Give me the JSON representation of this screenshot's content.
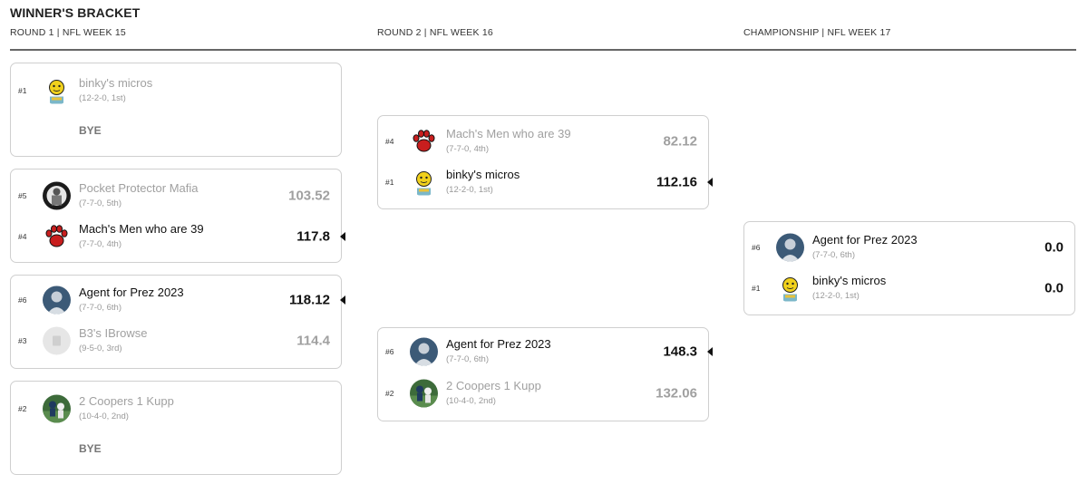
{
  "header": {
    "title": "WINNER'S BRACKET",
    "rounds": [
      "ROUND 1 | NFL WEEK 15",
      "ROUND 2 | NFL WEEK 16",
      "CHAMPIONSHIP | NFL WEEK 17"
    ]
  },
  "round1": {
    "m1": {
      "top": {
        "seed": "#1",
        "name": "binky's micros",
        "record": "(12-2-0, 1st)",
        "avatar": "yellow-face-icon"
      },
      "bye": "BYE"
    },
    "m2": {
      "top": {
        "seed": "#5",
        "name": "Pocket Protector Mafia",
        "record": "(7-7-0, 5th)",
        "score": "103.52",
        "avatar": "photo-bw-icon"
      },
      "bottom": {
        "seed": "#4",
        "name": "Mach's Men who are 39",
        "record": "(7-7-0, 4th)",
        "score": "117.8",
        "avatar": "paw-icon"
      }
    },
    "m3": {
      "top": {
        "seed": "#6",
        "name": "Agent for Prez 2023",
        "record": "(7-7-0, 6th)",
        "score": "118.12",
        "avatar": "person-photo-icon"
      },
      "bottom": {
        "seed": "#3",
        "name": "B3's IBrowse",
        "record": "(9-5-0, 3rd)",
        "score": "114.4",
        "avatar": "placeholder-icon"
      }
    },
    "m4": {
      "top": {
        "seed": "#2",
        "name": "2 Coopers 1 Kupp",
        "record": "(10-4-0, 2nd)",
        "avatar": "football-photo-icon"
      },
      "bye": "BYE"
    }
  },
  "round2": {
    "m1": {
      "top": {
        "seed": "#4",
        "name": "Mach's Men who are 39",
        "record": "(7-7-0, 4th)",
        "score": "82.12",
        "avatar": "paw-icon"
      },
      "bottom": {
        "seed": "#1",
        "name": "binky's micros",
        "record": "(12-2-0, 1st)",
        "score": "112.16",
        "avatar": "yellow-face-icon"
      }
    },
    "m2": {
      "top": {
        "seed": "#6",
        "name": "Agent for Prez 2023",
        "record": "(7-7-0, 6th)",
        "score": "148.3",
        "avatar": "person-photo-icon"
      },
      "bottom": {
        "seed": "#2",
        "name": "2 Coopers 1 Kupp",
        "record": "(10-4-0, 2nd)",
        "score": "132.06",
        "avatar": "football-photo-icon"
      }
    }
  },
  "championship": {
    "m1": {
      "top": {
        "seed": "#6",
        "name": "Agent for Prez 2023",
        "record": "(7-7-0, 6th)",
        "score": "0.0",
        "avatar": "person-photo-icon"
      },
      "bottom": {
        "seed": "#1",
        "name": "binky's micros",
        "record": "(12-2-0, 1st)",
        "score": "0.0",
        "avatar": "yellow-face-icon"
      }
    }
  },
  "colors": {
    "winner": "#111111",
    "loser": "#a0a0a0",
    "border": "#cfcfcf",
    "divider": "#666666"
  }
}
